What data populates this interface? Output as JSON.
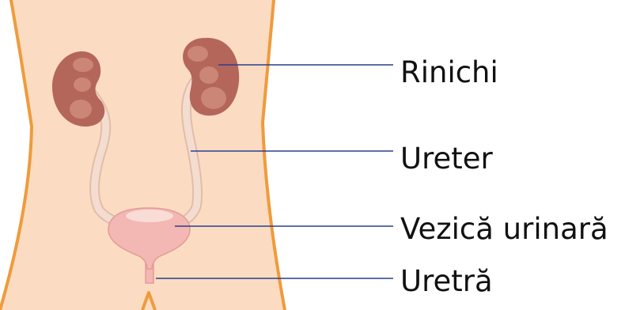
{
  "labels": {
    "kidney": "Rinichi",
    "ureter": "Ureter",
    "bladder": "Vezică urinară",
    "urethra": "Uretră"
  },
  "colors": {
    "skin": "#fbdcc2",
    "body_outline": "#ef9b3c",
    "kidney": "#b4665a",
    "kidney_highlight": "#d3927f",
    "ureter_fill": "#f3ddd0",
    "ureter_outline": "#e3bca9",
    "bladder": "#f3b7b4",
    "bladder_outline": "#e39c97",
    "bladder_highlight": "#fadcd7",
    "leader_line": "#2b3e8c",
    "text": "#111111"
  }
}
